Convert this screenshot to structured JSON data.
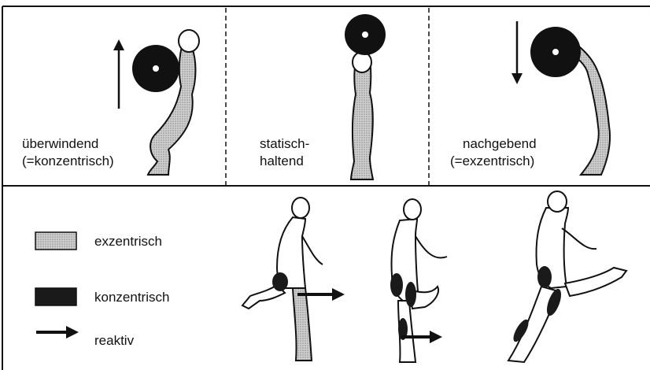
{
  "top_panels": [
    {
      "line1": "überwindend",
      "line2": "(=konzentrisch)"
    },
    {
      "line1": "statisch-",
      "line2": "haltend"
    },
    {
      "line1": "nachgebend",
      "line2": "(=exzentrisch)"
    }
  ],
  "legend": {
    "exzentrisch": "exzentrisch",
    "konzentrisch": "konzentrisch",
    "reaktiv": "reaktiv"
  },
  "colors": {
    "eccentric_fill": "#b9b9b9",
    "concentric_fill": "#1a1a1a",
    "line": "#111111"
  }
}
